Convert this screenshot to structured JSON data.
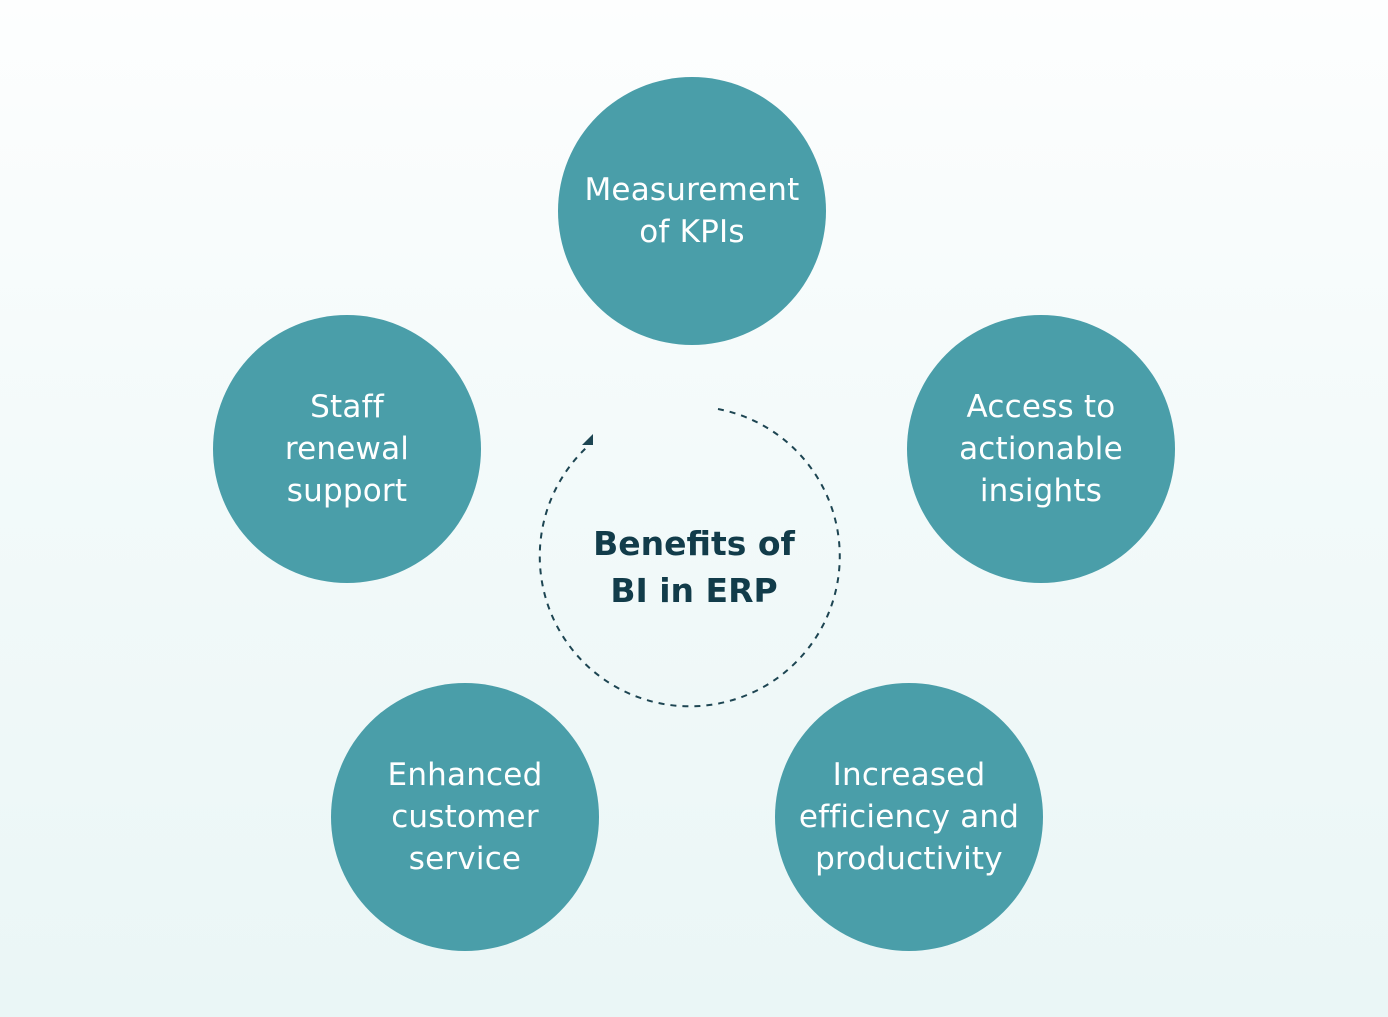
{
  "diagram": {
    "center_title": "Benefits of\nBI in ERP",
    "nodes": [
      {
        "label": "Measurement\nof KPIs"
      },
      {
        "label": "Access to\nactionable\ninsights"
      },
      {
        "label": "Increased\nefficiency and\nproductivity"
      },
      {
        "label": "Enhanced\ncustomer\nservice"
      },
      {
        "label": "Staff\nrenewal\nsupport"
      }
    ],
    "colors": {
      "node_fill": "#4a9ea9",
      "node_text": "#ffffff",
      "center_text": "#123c4a",
      "cycle_stroke": "#1d4552"
    }
  }
}
